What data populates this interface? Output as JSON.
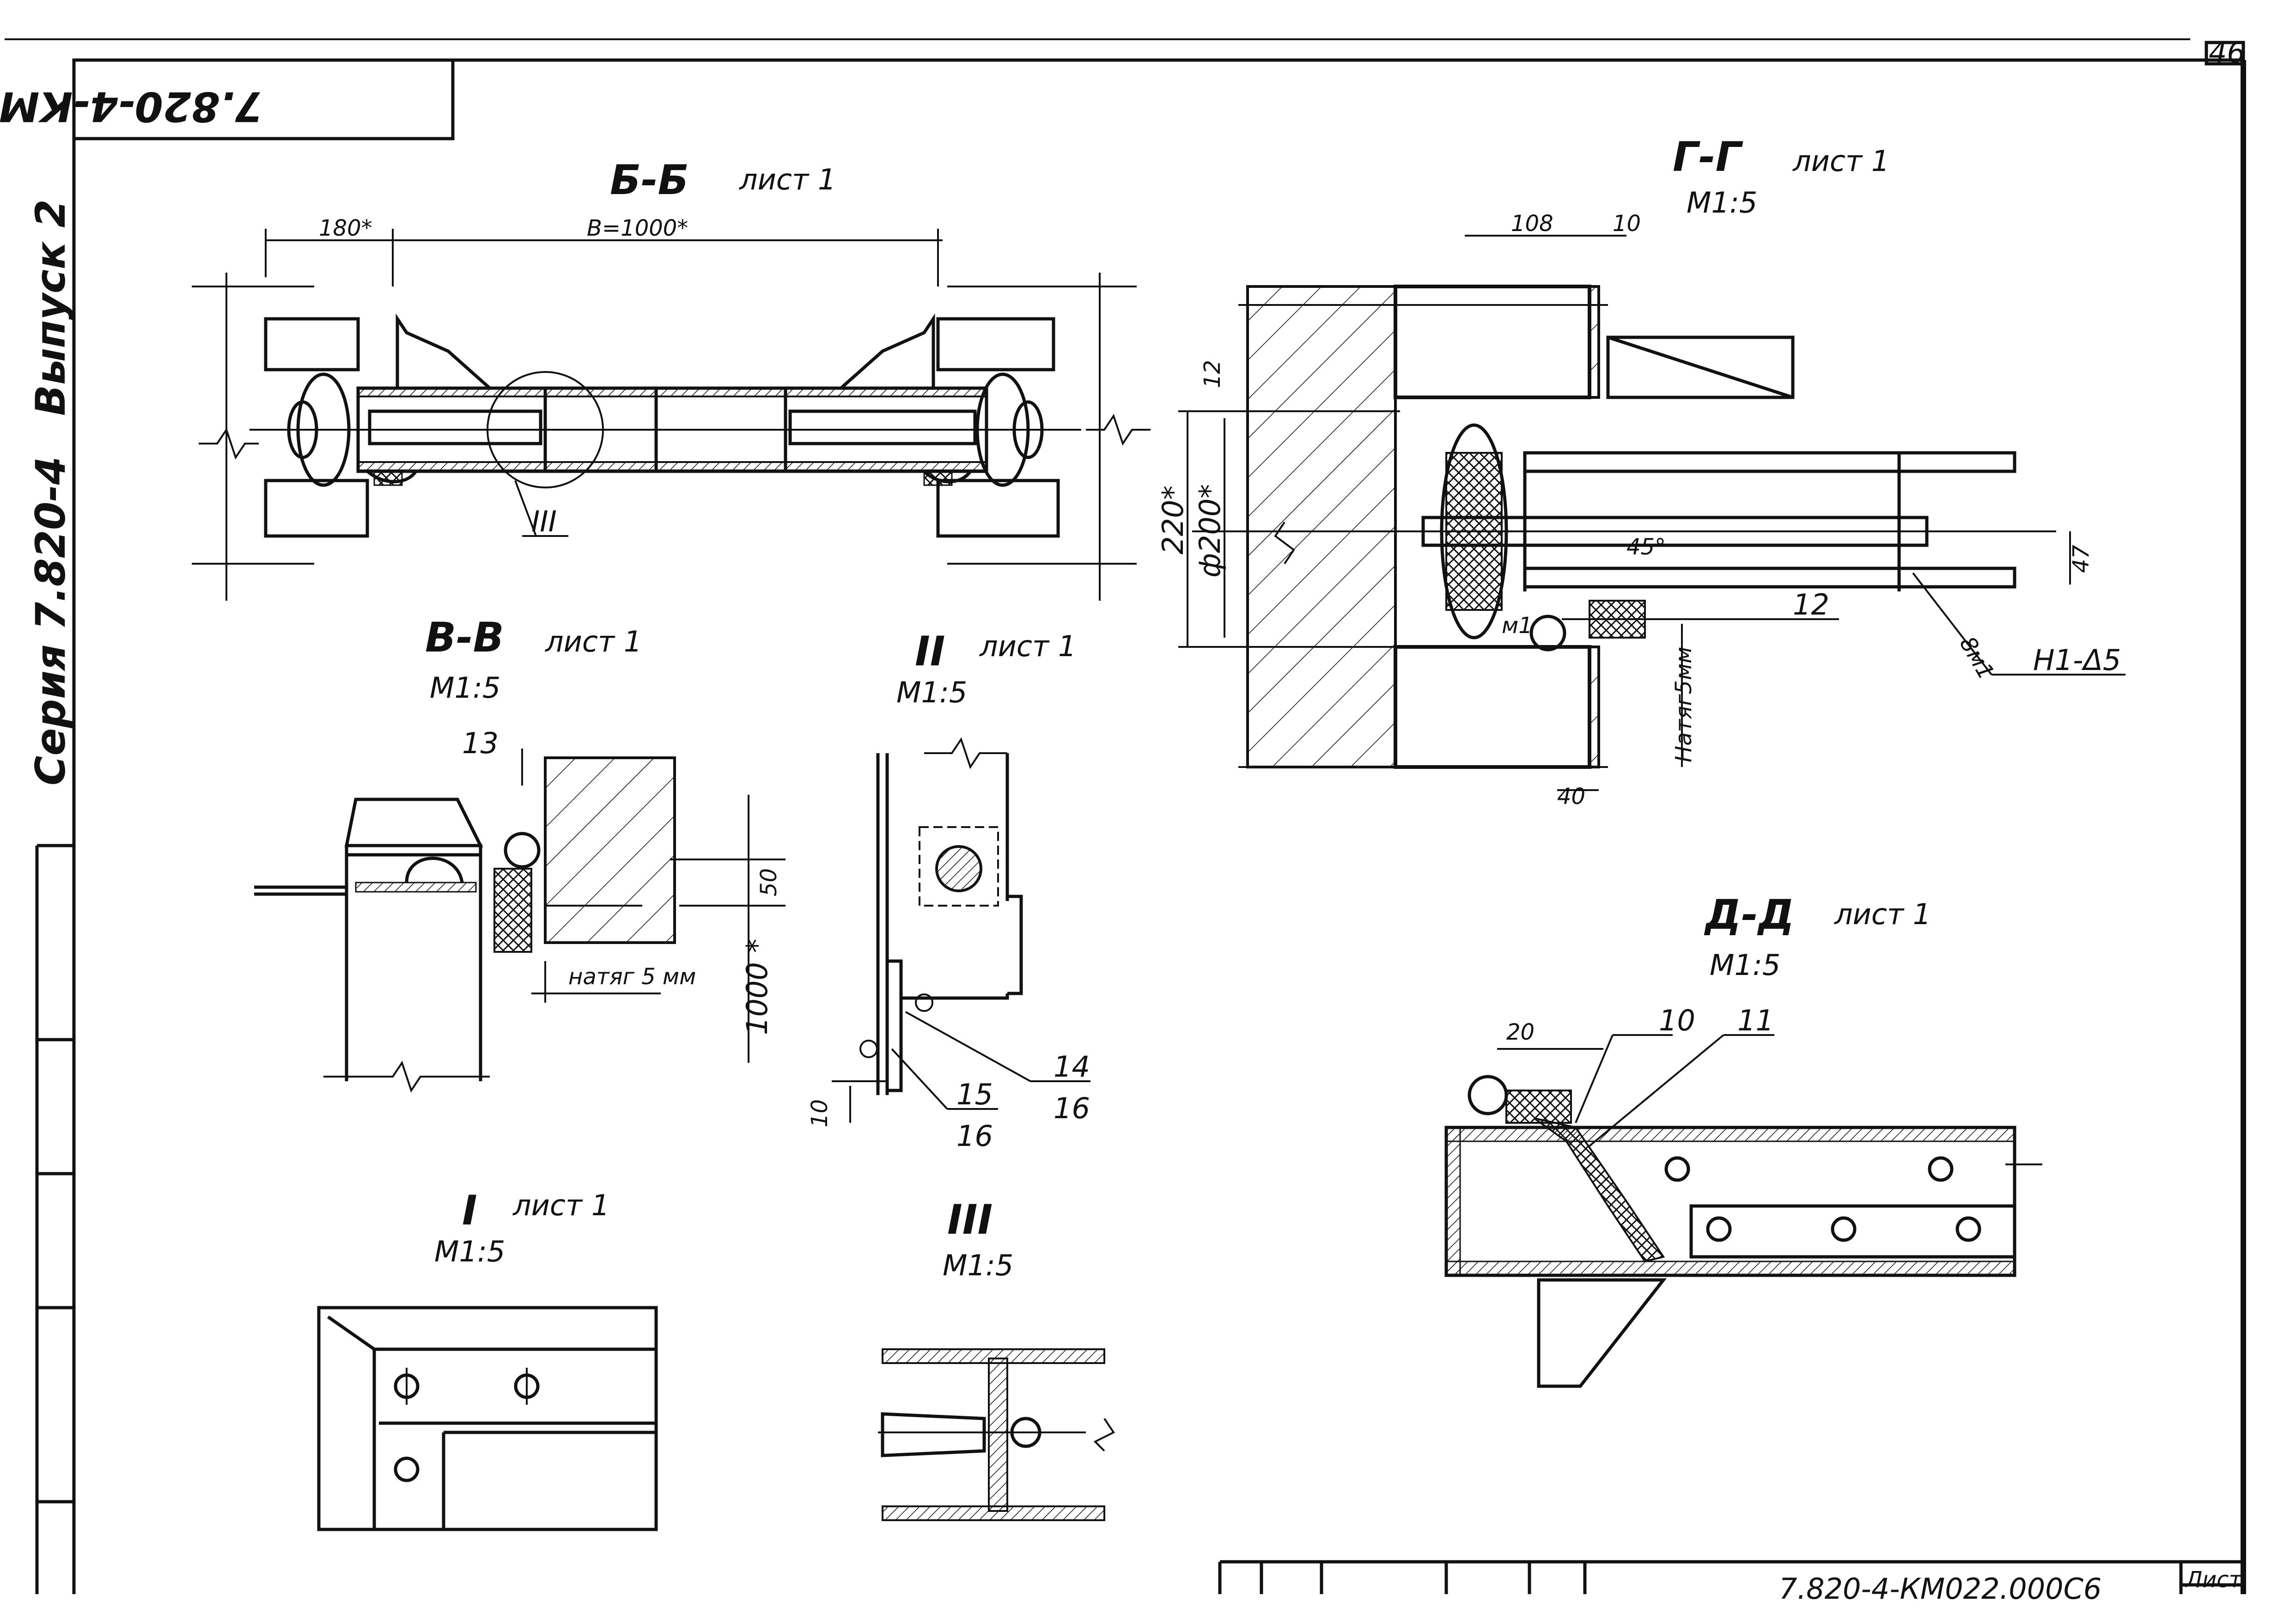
{
  "sheet": {
    "sheet_number": "46",
    "code_stamp": "7.820-4-КМ022.000С6",
    "vypusk": "Выпуск 2",
    "seriya": "Серия 7.820-4",
    "bottom_stamp_label": "Лист",
    "bottom_stamp_code": "7.820-4-КМ022.000С6"
  },
  "views": {
    "bb": {
      "title": "Б-Б",
      "ref": "лист 1",
      "dim_180": "180*",
      "dim_b": "B=1000*",
      "callout": "III"
    },
    "gg": {
      "title": "Г-Г",
      "ref": "лист 1",
      "scale": "M1:5",
      "dim_108": "108",
      "dim_10": "10",
      "dim_12a": "12",
      "dim_220": "220*",
      "dim_200": "ф200*",
      "dim_47": "47",
      "dim_40": "40",
      "pos_12": "12",
      "natyag": "Натяг5мм",
      "m1": "м1",
      "angle": "45°",
      "weld_8": "8м1",
      "weld_h1": "Н1-Δ5"
    },
    "vv": {
      "title": "В-В",
      "ref": "лист 1",
      "scale": "M1:5",
      "pos_13": "13",
      "dim_50": "50",
      "dim_1000": "1000 *",
      "natyag": "натяг 5 мм"
    },
    "ii": {
      "title": "II",
      "ref": "лист 1",
      "scale": "M1:5",
      "pos_14": "14",
      "pos_16a": "16",
      "pos_15": "15",
      "pos_16b": "16",
      "dim_10": "10"
    },
    "dd": {
      "title": "Д-Д",
      "ref": "лист 1",
      "scale": "M1:5",
      "dim_20": "20",
      "pos_10": "10",
      "pos_11": "11"
    },
    "i": {
      "title": "I",
      "ref": "лист 1",
      "scale": "M1:5"
    },
    "iii": {
      "title": "III",
      "scale": "M1:5"
    }
  }
}
